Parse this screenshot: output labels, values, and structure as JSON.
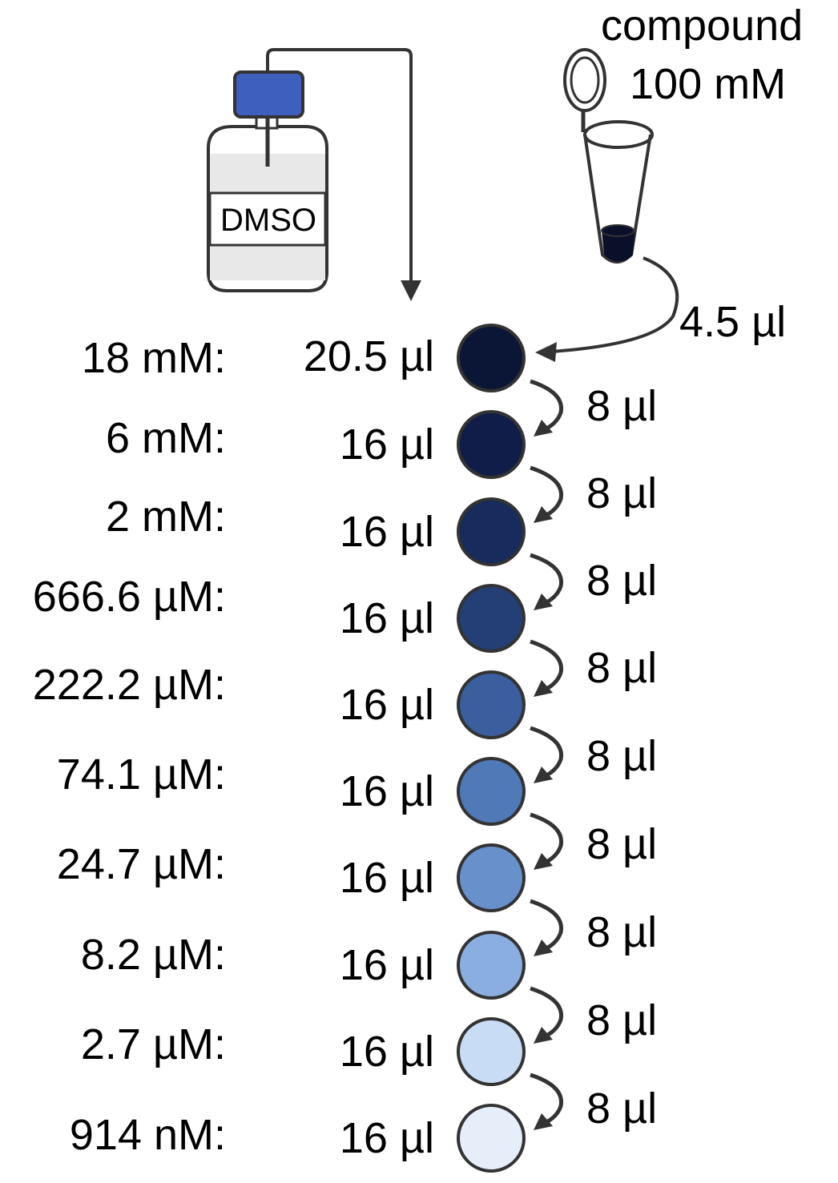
{
  "source": {
    "solvent_label": "DMSO",
    "compound_label_line1": "compound",
    "compound_label_line2": "100 mM",
    "compound_transfer": "4.5 µl",
    "colors": {
      "bottle_cap": "#3f5fbf",
      "bottle_fill": "#e8e8e8",
      "tube_liquid": "#0a0f2a",
      "stroke": "#333333"
    }
  },
  "dilution_series": [
    {
      "concentration": "18 mM:",
      "dmso_volume": "20.5 µl",
      "color": "#0b1535"
    },
    {
      "concentration": "6 mM:",
      "dmso_volume": "16 µl",
      "color": "#101d48"
    },
    {
      "concentration": "2 mM:",
      "dmso_volume": "16 µl",
      "color": "#172c5c"
    },
    {
      "concentration": "666.6 µM:",
      "dmso_volume": "16 µl",
      "color": "#233f75"
    },
    {
      "concentration": "222.2 µM:",
      "dmso_volume": "16 µl",
      "color": "#3a5e9e"
    },
    {
      "concentration": "74.1 µM:",
      "dmso_volume": "16 µl",
      "color": "#5079b8"
    },
    {
      "concentration": "24.7 µM:",
      "dmso_volume": "16 µl",
      "color": "#6890cb"
    },
    {
      "concentration": "8.2 µM:",
      "dmso_volume": "16 µl",
      "color": "#8aaee0"
    },
    {
      "concentration": "2.7 µM:",
      "dmso_volume": "16 µl",
      "color": "#c9dcf6"
    },
    {
      "concentration": "914 nM:",
      "dmso_volume": "16 µl",
      "color": "#e6eefa"
    }
  ],
  "transfers": [
    "8 µl",
    "8 µl",
    "8 µl",
    "8 µl",
    "8 µl",
    "8 µl",
    "8 µl",
    "8 µl",
    "8 µl"
  ]
}
